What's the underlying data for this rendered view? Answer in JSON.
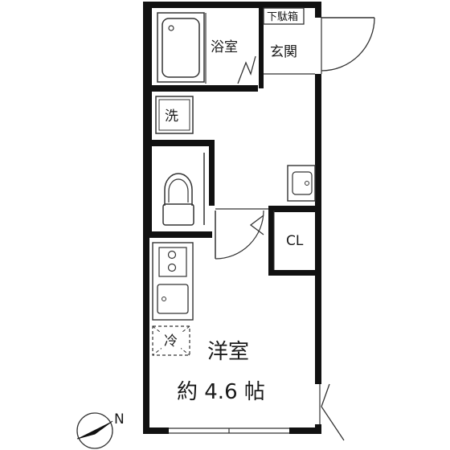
{
  "rooms": {
    "bathroom": "浴室",
    "entrance": "玄関",
    "shoe_box": "下駄箱",
    "washer": "洗",
    "closet": "CL",
    "fridge": "冷",
    "main_room": "洋室",
    "main_room_area": "約 4.6 帖"
  },
  "compass": {
    "north_label": "N"
  },
  "colors": {
    "wall": "#111111",
    "line": "#333333",
    "background": "#ffffff"
  }
}
